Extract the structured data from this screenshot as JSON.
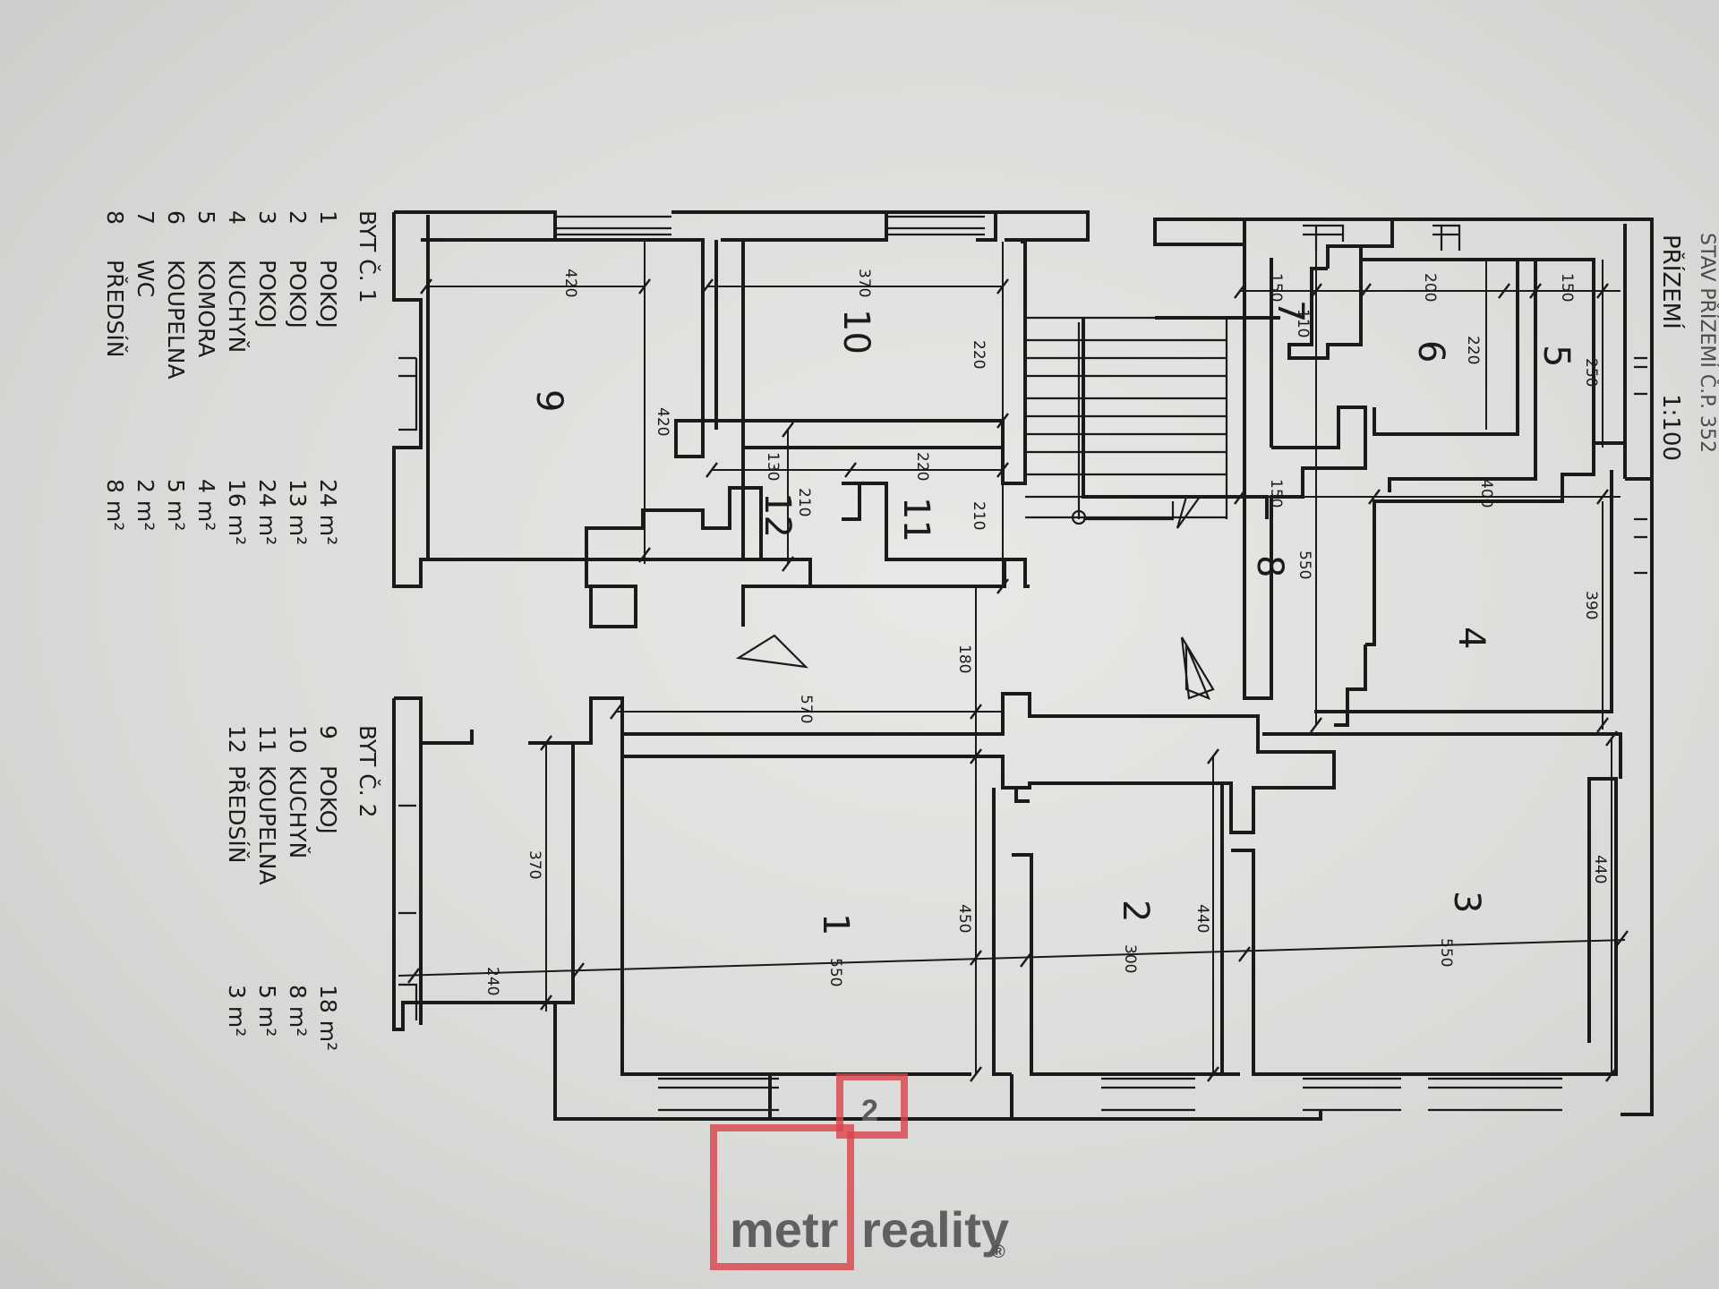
{
  "header": {
    "floor": "PŘÍZEMÍ",
    "scale": "1:100",
    "cut_title": "STAV PŘÍZEMÍ Č.P. 352"
  },
  "legend1": {
    "title": "BYT Č. 1",
    "rows": [
      {
        "n": "1",
        "name": "POKOJ",
        "area": "24 m²"
      },
      {
        "n": "2",
        "name": "POKOJ",
        "area": "13 m²"
      },
      {
        "n": "3",
        "name": "POKOJ",
        "area": "24 m²"
      },
      {
        "n": "4",
        "name": "KUCHYŇ",
        "area": "16 m²"
      },
      {
        "n": "5",
        "name": "KOMORA",
        "area": "4 m²"
      },
      {
        "n": "6",
        "name": "KOUPELNA",
        "area": "5 m²"
      },
      {
        "n": "7",
        "name": "WC",
        "area": "2 m²"
      },
      {
        "n": "8",
        "name": "PŘEDSÍŇ",
        "area": "8 m²"
      }
    ]
  },
  "legend2": {
    "title": "BYT Č. 2",
    "rows": [
      {
        "n": "9",
        "name": "POKOJ",
        "area": "18 m²"
      },
      {
        "n": "10",
        "name": "KUCHYŇ",
        "area": "8 m²"
      },
      {
        "n": "11",
        "name": "KOUPELNA",
        "area": "5 m²"
      },
      {
        "n": "12",
        "name": "PŘEDSÍŇ",
        "area": "3 m²"
      }
    ]
  },
  "rooms": {
    "r1": "1",
    "r2": "2",
    "r3": "3",
    "r4": "4",
    "r5": "5",
    "r6": "6",
    "r7": "7",
    "r8": "8",
    "r9": "9",
    "r10": "10",
    "r11": "11",
    "r12": "12"
  },
  "dims": {
    "d420a": "420",
    "d370a": "370",
    "d420b": "420",
    "d220a": "220",
    "d130": "130",
    "d220b": "220",
    "d210a": "210",
    "d210b": "210",
    "d150a": "150",
    "d200": "200",
    "d150b": "150",
    "d110": "110",
    "d220c": "220",
    "d250": "250",
    "d150c": "150",
    "d400": "400",
    "d550a": "550",
    "d390": "390",
    "d180": "180",
    "d570": "570",
    "d370b": "370",
    "d240": "240",
    "d550b": "550",
    "d450": "450",
    "d300": "300",
    "d440a": "440",
    "d550c": "550",
    "d440b": "440"
  },
  "logo": {
    "left": "metr",
    "right": "reality",
    "mark": "®",
    "badge": "2",
    "color": "#d9434a"
  }
}
